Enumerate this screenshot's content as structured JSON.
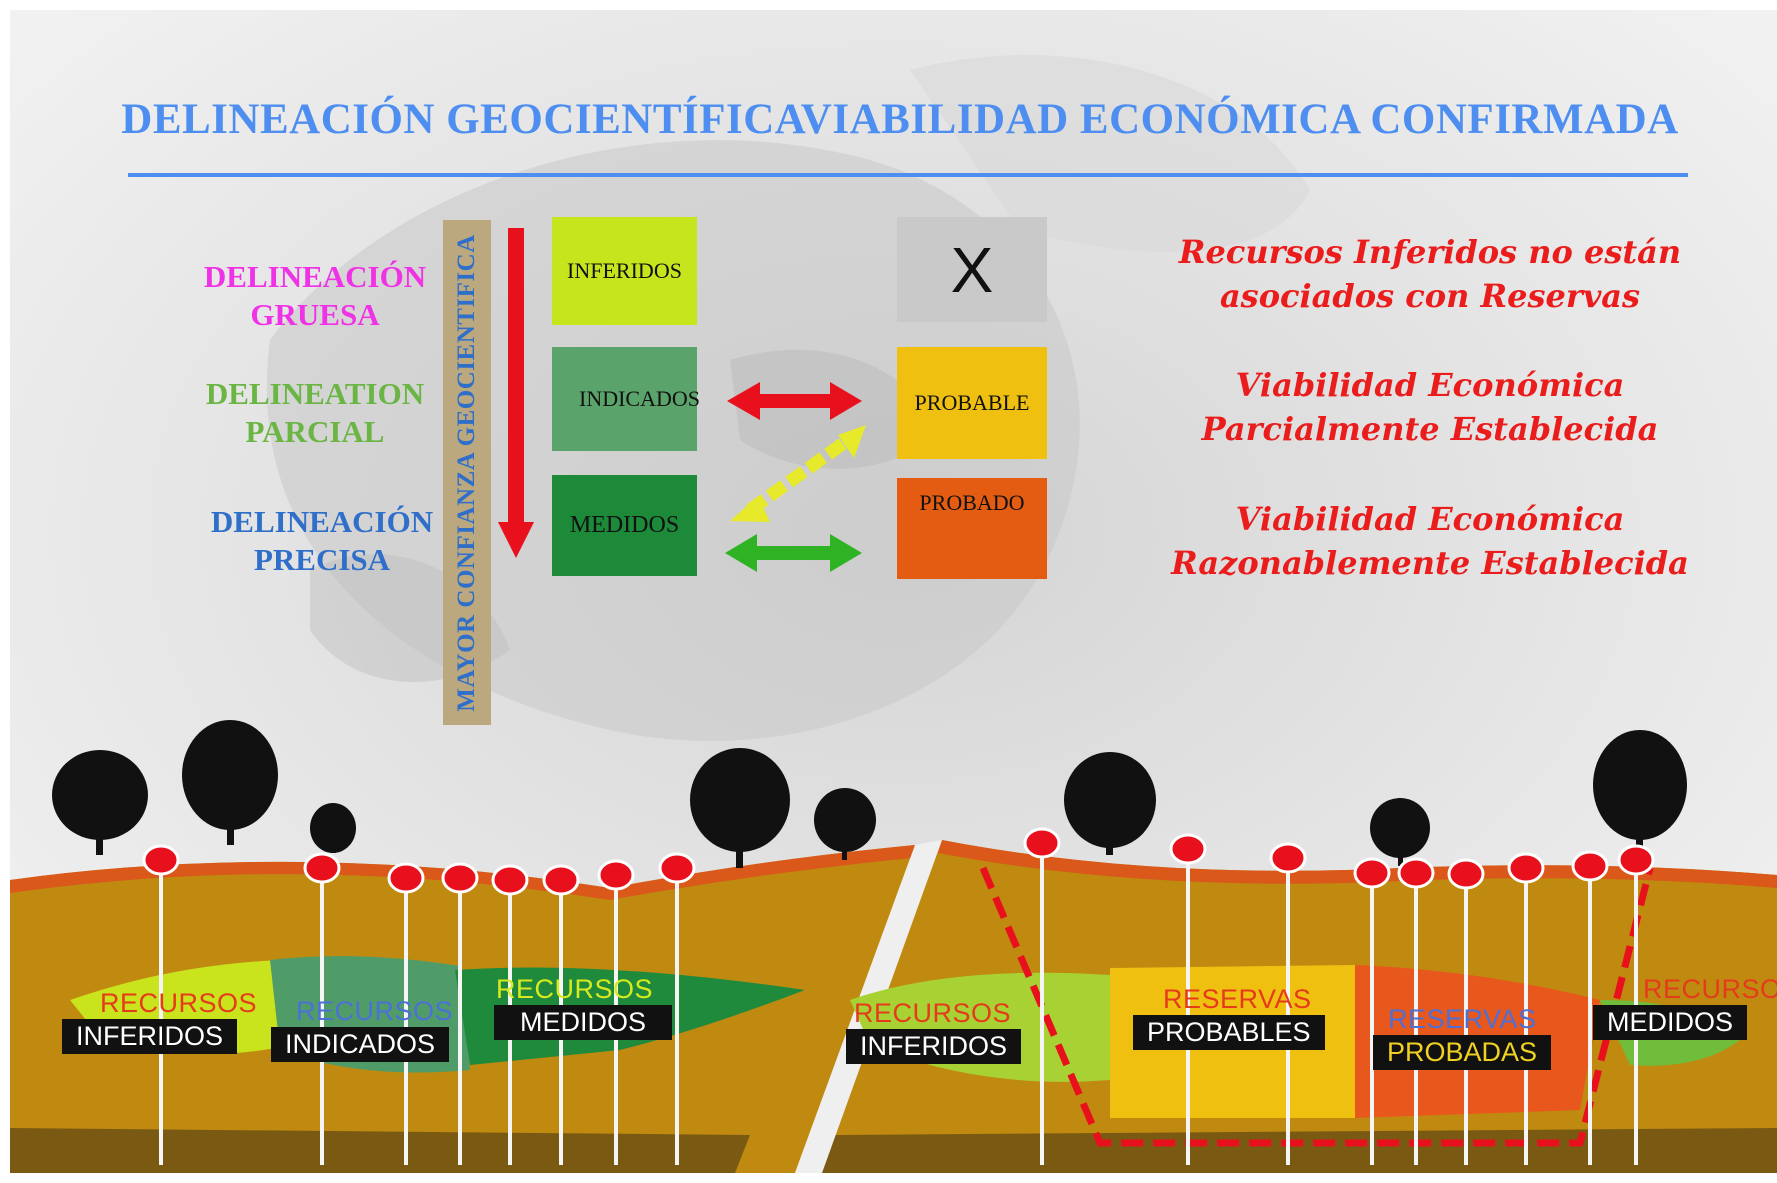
{
  "title": "DELINEACIÓN GEOCIENTÍFICAVIABILIDAD ECONÓMICA CONFIRMADA",
  "levels": [
    {
      "line1": "DELINEACIÓN",
      "line2": "GRUESA",
      "color": "#f032e6"
    },
    {
      "line1": "DELINEATION",
      "line2": "PARCIAL",
      "color": "#6ab544"
    },
    {
      "line1": "DELINEACIÓN",
      "line2": "PRECISA",
      "color": "#2f6fc9"
    }
  ],
  "confidence_axis": "MAYOR CONFIANZA GEOCIENTIFICA",
  "resources": [
    {
      "label": "INFERIDOS",
      "color": "#c7e51c"
    },
    {
      "label": "INDICADOS",
      "color": "#5aa36a"
    },
    {
      "label": "MEDIDOS",
      "color": "#1d8a3a"
    }
  ],
  "reserves": [
    {
      "label": "X",
      "color": "#c9c9c9"
    },
    {
      "label": "PROBABLE",
      "color": "#f0c010"
    },
    {
      "label": "PROBADO",
      "color": "#e35c12"
    }
  ],
  "notes": [
    {
      "line1": "Recursos Inferidos no están",
      "line2": "asociados con Reservas"
    },
    {
      "line1": "Viabilidad Económica",
      "line2": "Parcialmente Establecida"
    },
    {
      "line1": "Viabilidad Económica",
      "line2": "Razonablemente Establecida"
    }
  ],
  "section_labels": {
    "left": [
      {
        "top": "RECURSOS",
        "bottom": "INFERIDOS",
        "top_color": "#e53b1b"
      },
      {
        "top": "RECURSOS",
        "bottom": "INDICADOS",
        "top_color": "#4d6fd6"
      },
      {
        "top": "RECURSOS",
        "bottom": "MEDIDOS",
        "top_color": "#d7ea1e"
      }
    ],
    "right": [
      {
        "top": "RECURSOS",
        "bottom": "INFERIDOS",
        "top_color": "#e53b1b"
      },
      {
        "top": "RESERVAS",
        "bottom": "PROBABLES",
        "top_color": "#e53b1b"
      },
      {
        "top": "RESERVAS",
        "bottom": "PROBADAS",
        "top_color": "#4d6fd6",
        "bottom_color": "#f0d020"
      },
      {
        "top": "RECURSOS",
        "bottom": "MEDIDOS",
        "top_color": "#e53b1b"
      }
    ]
  },
  "colors": {
    "title": "#4d8ef0",
    "notes": "#ea1c1c",
    "ground": "#c08a10",
    "ground_edge": "#d9581a",
    "drill_marker": "#e8101c"
  }
}
